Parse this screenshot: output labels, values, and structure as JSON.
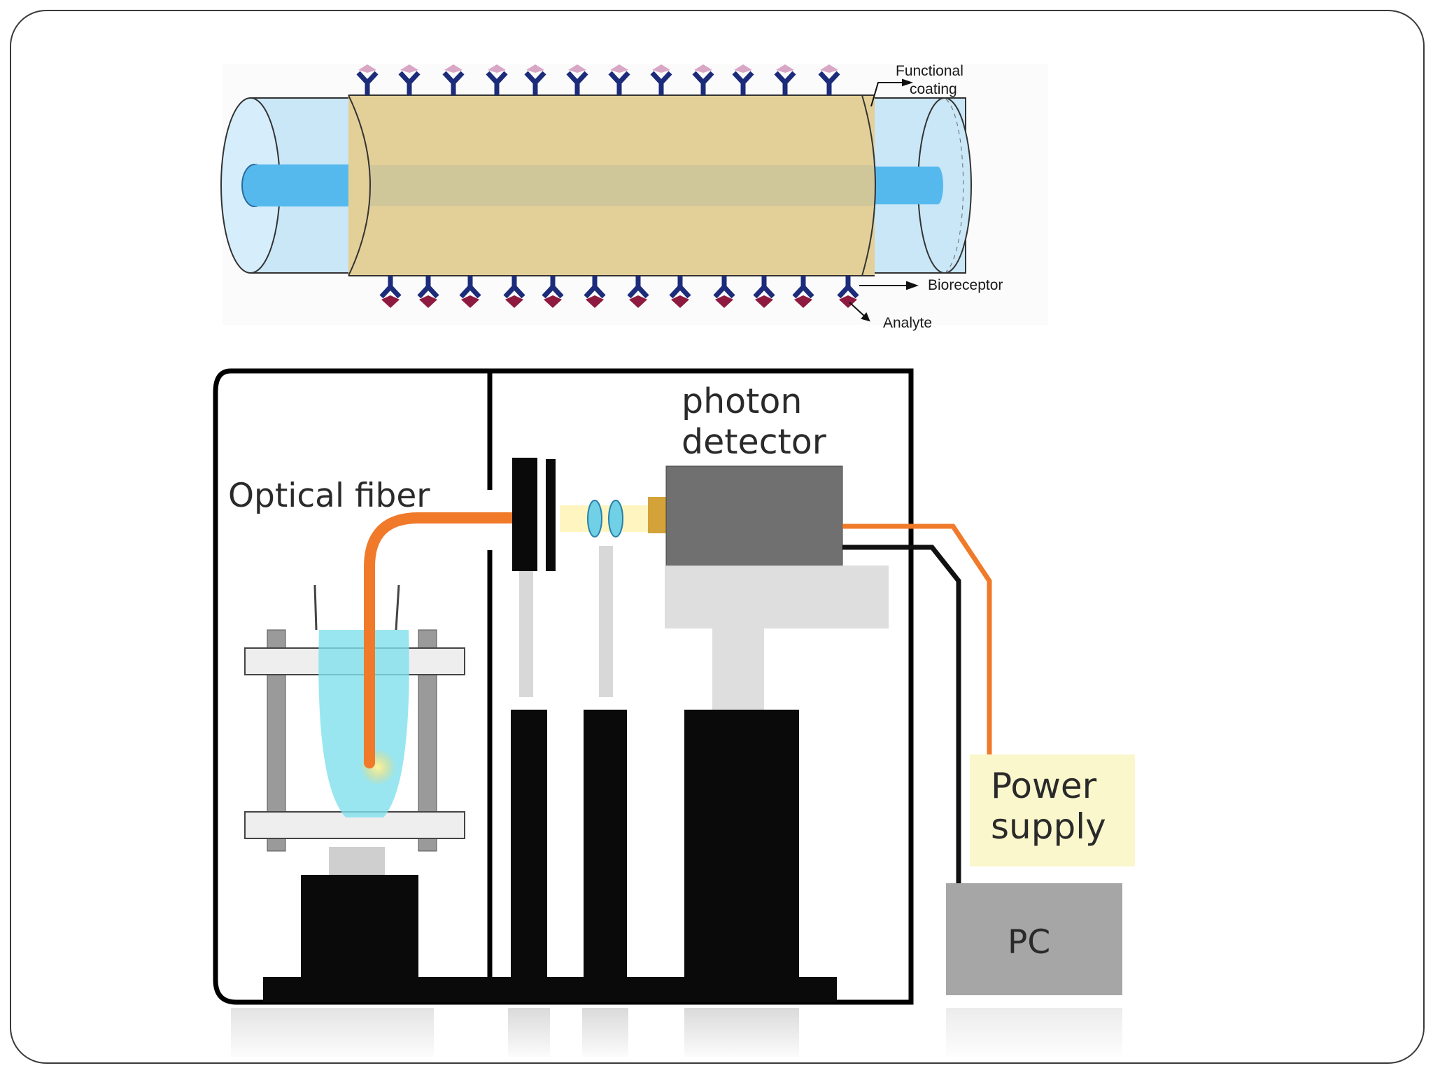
{
  "fiber_diagram": {
    "labels": {
      "functional_top": "Functional",
      "functional_bottom": "coating",
      "bioreceptor": "Bioreceptor",
      "analyte": "Analyte"
    },
    "colors": {
      "cladding": "#c9e7f7",
      "core": "#55b9ee",
      "coating": "#e3cf98",
      "bioreceptor": "#1c2b7a",
      "analyte_top": "#d9a7c6",
      "analyte_bottom": "#8e1b3f"
    }
  },
  "setup_diagram": {
    "labels": {
      "optical_fiber": "Optical fiber",
      "photon_line1": "photon",
      "photon_line2": "detector",
      "power_line1": "Power",
      "power_line2": "supply",
      "pc": "PC"
    },
    "colors": {
      "fiber": "#f07a2a",
      "detector": "#707070",
      "solution": "#7fe0ee",
      "power_box": "#fbf7cc",
      "pc_box": "#a6a6a6"
    }
  }
}
